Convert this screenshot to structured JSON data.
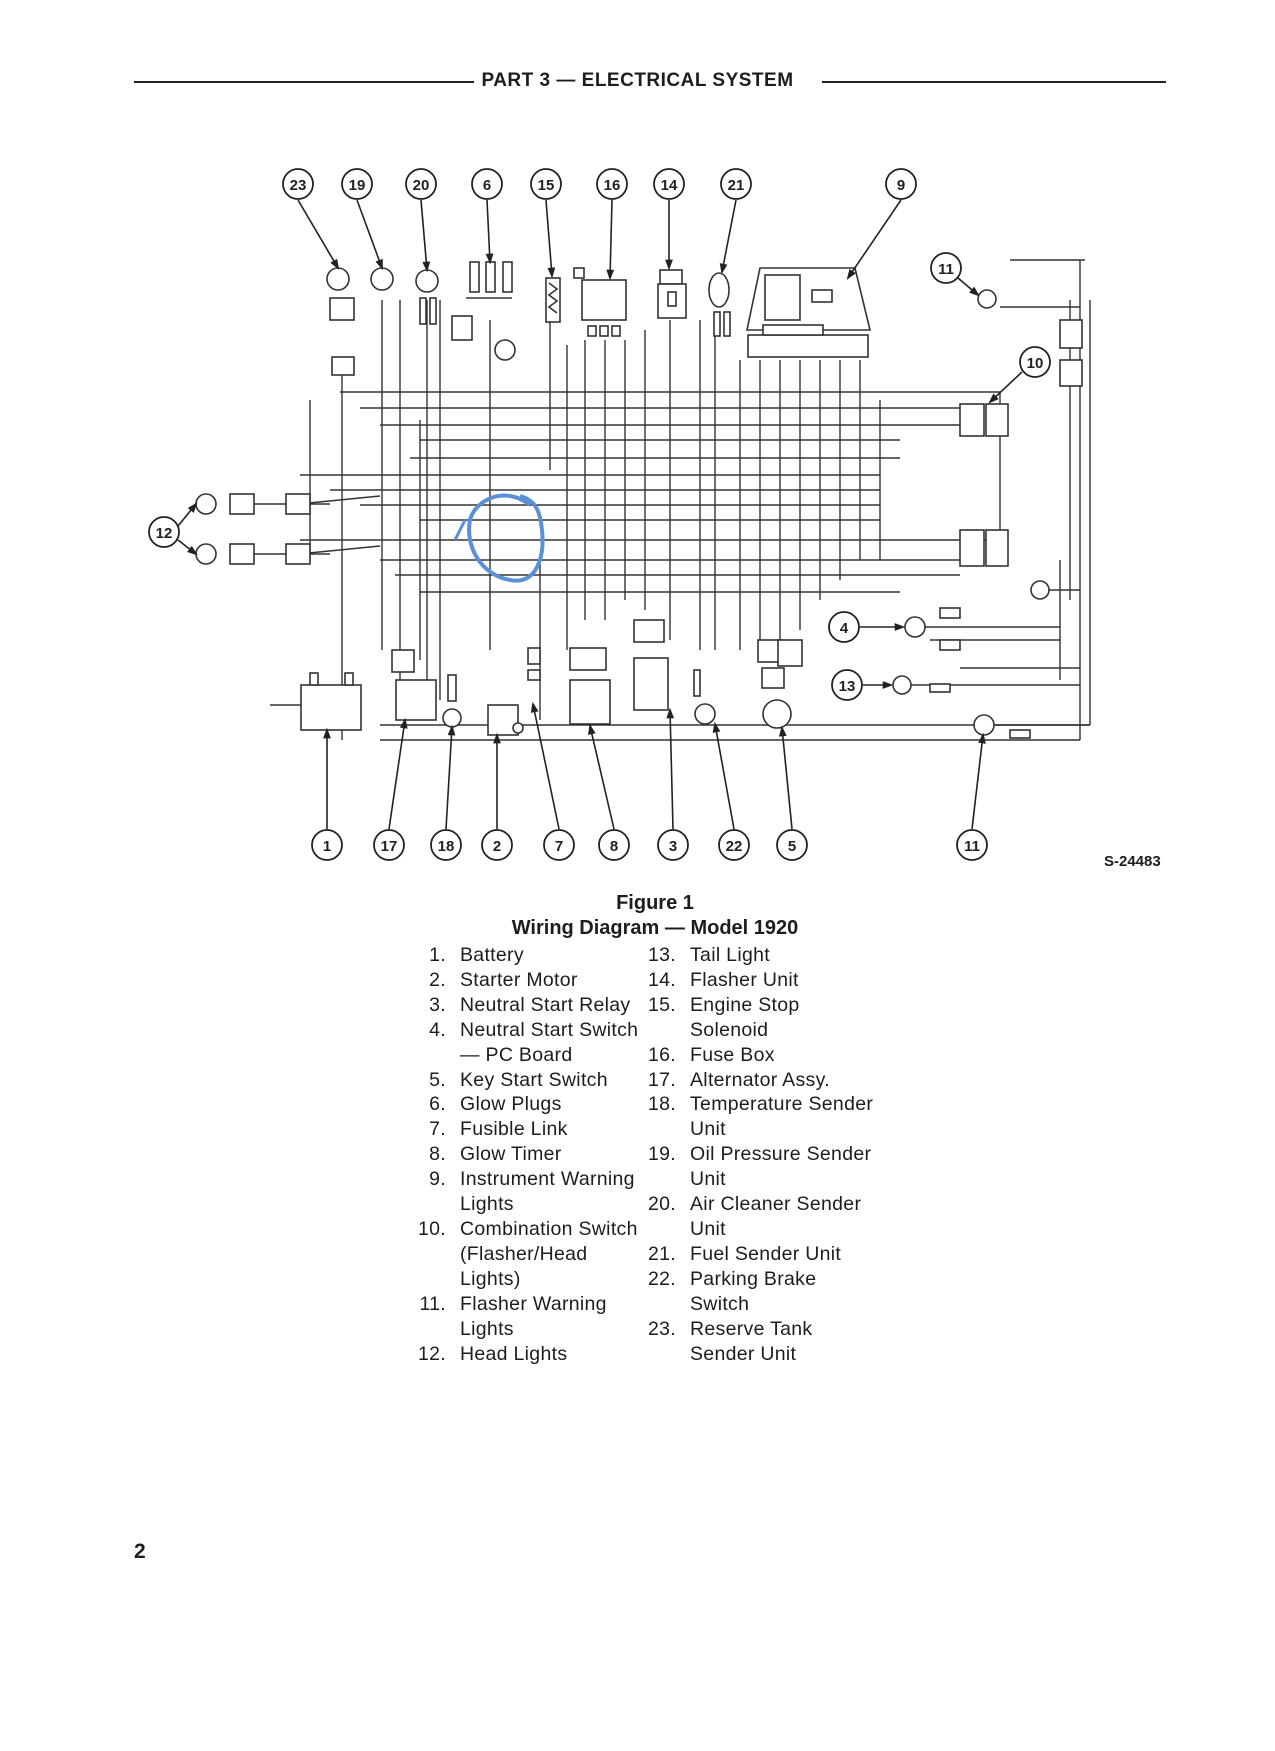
{
  "header": {
    "title": "PART 3 — ELECTRICAL SYSTEM"
  },
  "diagram": {
    "drawing_code": "S-24483",
    "callouts_top": [
      "23",
      "19",
      "20",
      "6",
      "15",
      "16",
      "14",
      "21",
      "9"
    ],
    "callouts_bottom": [
      "1",
      "17",
      "18",
      "2",
      "7",
      "8",
      "3",
      "22",
      "5",
      "11"
    ],
    "callouts_side": {
      "headlights": "12",
      "flasher_top": "11",
      "combination_switch": "10",
      "neutral_switch": "4",
      "tail_light": "13"
    },
    "highlight_color": "#5b8fd6"
  },
  "figure": {
    "label": "Figure 1",
    "caption": "Wiring Diagram — Model 1920"
  },
  "legend": {
    "left": [
      {
        "num": "1.",
        "lines": [
          "Battery"
        ]
      },
      {
        "num": "2.",
        "lines": [
          "Starter Motor"
        ]
      },
      {
        "num": "3.",
        "lines": [
          "Neutral Start Relay"
        ]
      },
      {
        "num": "4.",
        "lines": [
          "Neutral Start Switch",
          "— PC Board"
        ]
      },
      {
        "num": "5.",
        "lines": [
          "Key Start Switch"
        ]
      },
      {
        "num": "6.",
        "lines": [
          "Glow Plugs"
        ]
      },
      {
        "num": "7.",
        "lines": [
          "Fusible Link"
        ]
      },
      {
        "num": "8.",
        "lines": [
          "Glow Timer"
        ]
      },
      {
        "num": "9.",
        "lines": [
          "Instrument Warning",
          "Lights"
        ]
      },
      {
        "num": "10.",
        "lines": [
          "Combination Switch",
          "(Flasher/Head",
          "Lights)"
        ]
      },
      {
        "num": "11.",
        "lines": [
          "Flasher Warning",
          "Lights"
        ]
      },
      {
        "num": "12.",
        "lines": [
          "Head Lights"
        ]
      }
    ],
    "right": [
      {
        "num": "13.",
        "lines": [
          "Tail Light"
        ]
      },
      {
        "num": "14.",
        "lines": [
          "Flasher Unit"
        ]
      },
      {
        "num": "15.",
        "lines": [
          "Engine Stop",
          "Solenoid"
        ]
      },
      {
        "num": "16.",
        "lines": [
          "Fuse Box"
        ]
      },
      {
        "num": "17.",
        "lines": [
          "Alternator Assy."
        ]
      },
      {
        "num": "18.",
        "lines": [
          "Temperature Sender",
          "Unit"
        ]
      },
      {
        "num": "19.",
        "lines": [
          "Oil Pressure Sender",
          "Unit"
        ]
      },
      {
        "num": "20.",
        "lines": [
          "Air Cleaner Sender",
          "Unit"
        ]
      },
      {
        "num": "21.",
        "lines": [
          "Fuel Sender Unit"
        ]
      },
      {
        "num": "22.",
        "lines": [
          "Parking Brake",
          "Switch"
        ]
      },
      {
        "num": "23.",
        "lines": [
          "Reserve Tank",
          "Sender Unit"
        ]
      }
    ]
  },
  "page_number": "2"
}
